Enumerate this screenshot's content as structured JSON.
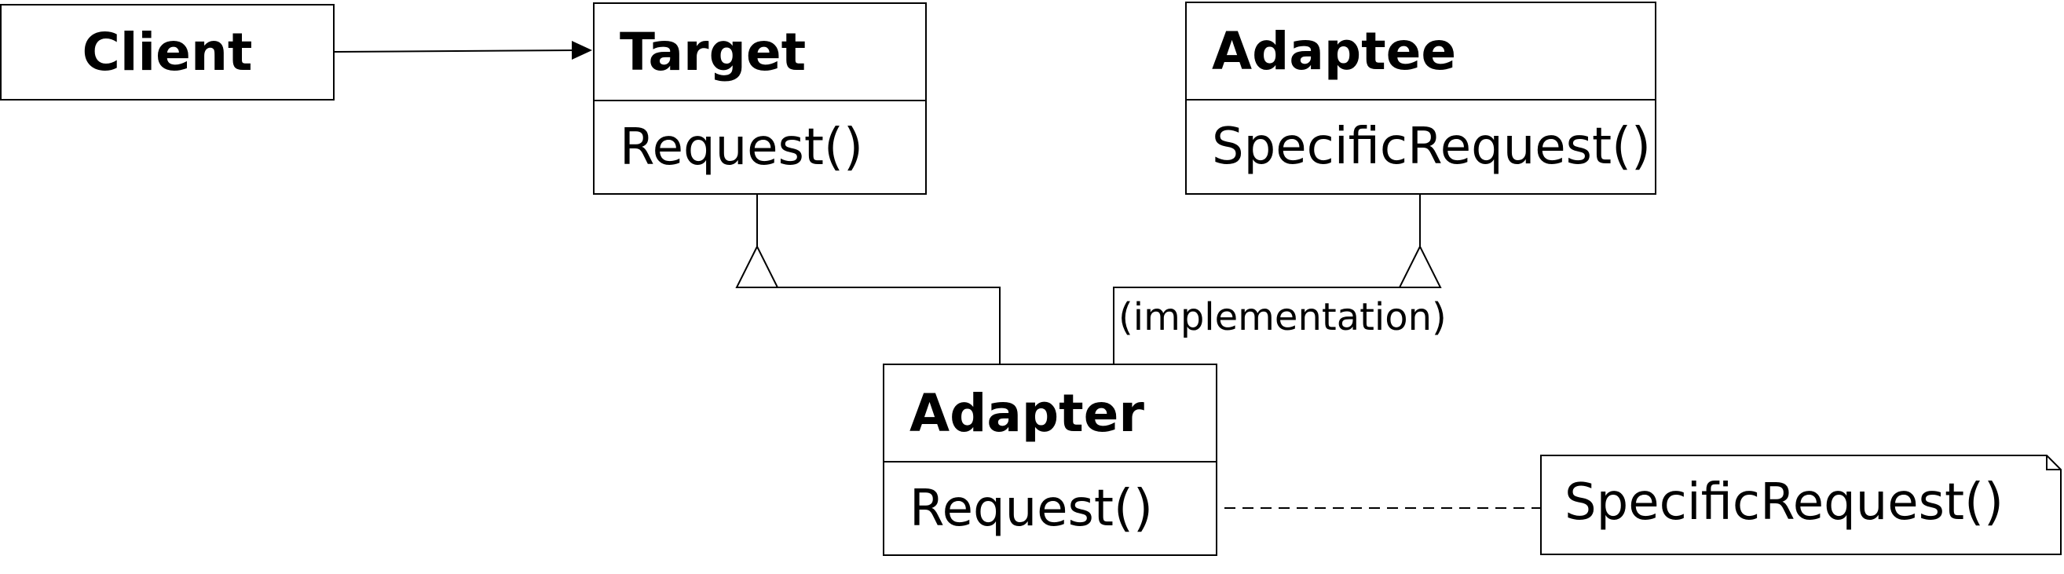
{
  "client": {
    "label": "Client"
  },
  "target": {
    "name": "Target",
    "operation": "Request()"
  },
  "adaptee": {
    "name": "Adaptee",
    "operation": "SpecificRequest()"
  },
  "adapter": {
    "name": "Adapter",
    "operation": "Request()"
  },
  "implementation_label": "(implementation)",
  "note": {
    "text": "SpecificRequest()"
  }
}
